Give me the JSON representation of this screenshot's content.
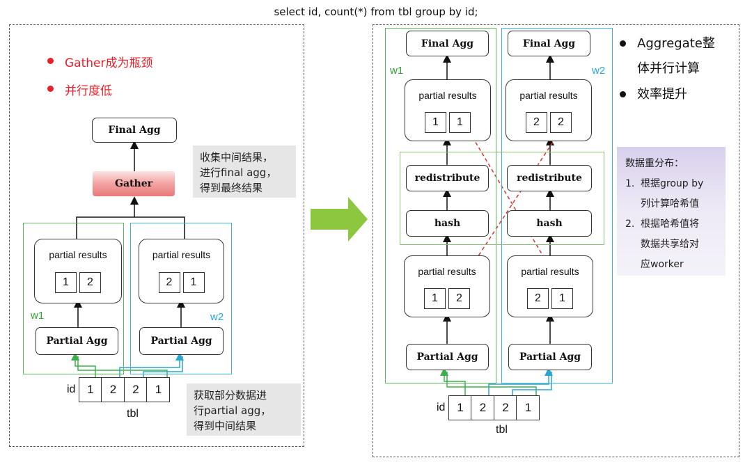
{
  "sql": "select id, count(*) from tbl group by id;",
  "left": {
    "bullets": [
      "Gather成为瓶颈",
      "并行度低"
    ],
    "final_agg": "Final Agg",
    "gather": "Gather",
    "note_top": [
      "收集中间结果，",
      "进行final agg，",
      "得到最终结果"
    ],
    "note_bottom": [
      "获取部分数据进",
      "行partial agg，",
      "得到中间结果"
    ],
    "workers": [
      {
        "label": "w1",
        "partial_results_label": "partial results",
        "values": [
          "1",
          "2"
        ],
        "partial_agg": "Partial Agg"
      },
      {
        "label": "w2",
        "partial_results_label": "partial results",
        "values": [
          "2",
          "1"
        ],
        "partial_agg": "Partial Agg"
      }
    ],
    "table": {
      "column": "id",
      "values": [
        "1",
        "2",
        "2",
        "1"
      ],
      "name": "tbl"
    }
  },
  "right": {
    "workers": [
      {
        "label": "w1",
        "final_agg": "Final Agg",
        "top_results_label": "partial results",
        "top_values": [
          "1",
          "1"
        ],
        "redistribute": "redistribute",
        "hash": "hash",
        "bottom_results_label": "partial results",
        "bottom_values": [
          "1",
          "2"
        ],
        "partial_agg": "Partial Agg"
      },
      {
        "label": "w2",
        "final_agg": "Final Agg",
        "top_results_label": "partial results",
        "top_values": [
          "2",
          "2"
        ],
        "redistribute": "redistribute",
        "hash": "hash",
        "bottom_results_label": "partial results",
        "bottom_values": [
          "2",
          "1"
        ],
        "partial_agg": "Partial Agg"
      }
    ],
    "bullets": [
      "Aggregate整",
      "体并行计算",
      "效率提升"
    ],
    "redistribution": {
      "title": "数据重分布：",
      "items": [
        {
          "num": "1.",
          "lines": [
            "根据group by",
            "列计算哈希值"
          ]
        },
        {
          "num": "2.",
          "lines": [
            "根据哈希值将",
            "数据共享给对",
            "应worker"
          ]
        }
      ]
    },
    "table": {
      "column": "id",
      "values": [
        "1",
        "2",
        "2",
        "1"
      ],
      "name": "tbl"
    }
  },
  "colors": {
    "green": "#5cb85c",
    "blue": "#3bb2d8",
    "red_text": "#e8202a",
    "arrow": "#8dc63f",
    "dashed_red": "#e03030"
  }
}
